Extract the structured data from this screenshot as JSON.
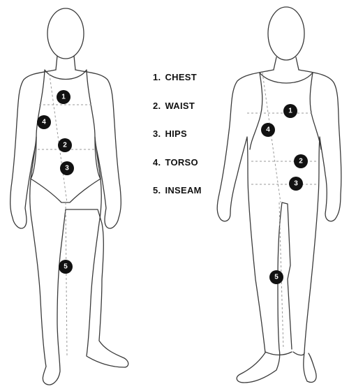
{
  "legend": {
    "items": [
      {
        "num": "1.",
        "label": "CHEST"
      },
      {
        "num": "2.",
        "label": "WAIST"
      },
      {
        "num": "3.",
        "label": "HIPS"
      },
      {
        "num": "4.",
        "label": "TORSO"
      },
      {
        "num": "5.",
        "label": "INSEAM"
      }
    ]
  },
  "markers": {
    "female": [
      "1",
      "4",
      "2",
      "3",
      "5"
    ],
    "male": [
      "1",
      "4",
      "2",
      "3",
      "5"
    ]
  },
  "colors": {
    "marker_fill": "#111111",
    "marker_text": "#ffffff",
    "outline": "#3a3a3a",
    "guide": "#9a9a9a"
  }
}
